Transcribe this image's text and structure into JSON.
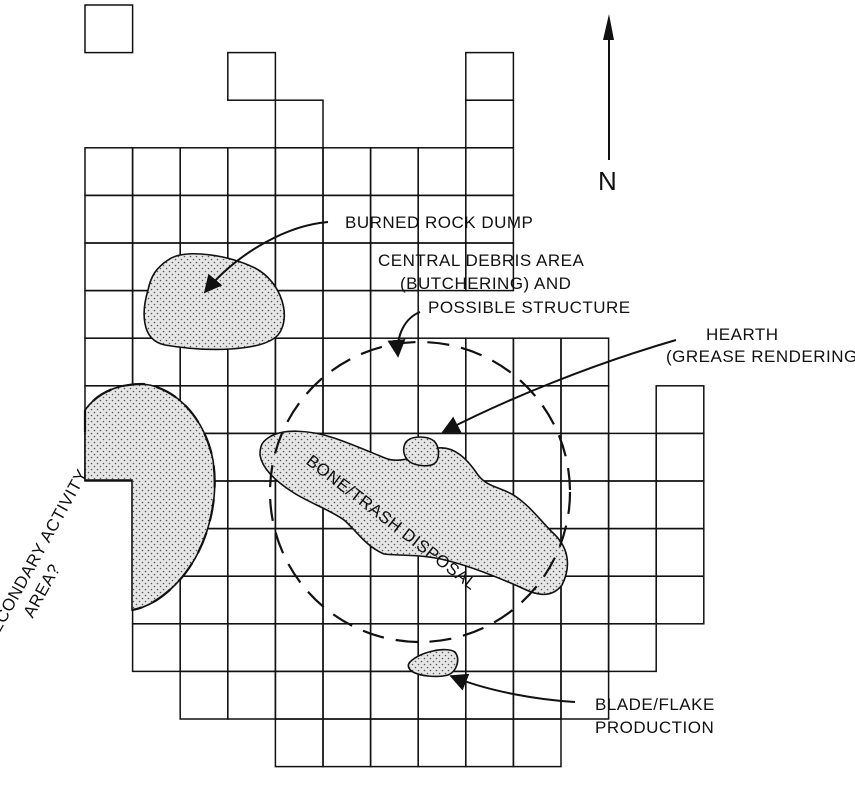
{
  "north": {
    "letter": "N"
  },
  "labels": {
    "burned_rock_dump": "BURNED ROCK DUMP",
    "central_debris": [
      "CENTRAL DEBRIS AREA",
      "(BUTCHERING) AND",
      "POSSIBLE STRUCTURE"
    ],
    "hearth": [
      "HEARTH",
      "(GREASE RENDERING)"
    ],
    "bone_trash": "BONE/TRASH DISPOSAL",
    "secondary": [
      "SECONDARY ACTIVITY",
      "AREA?"
    ],
    "blade_flake": [
      "BLADE/FLAKE",
      "PRODUCTION"
    ]
  },
  "icons": [
    "north-arrow-icon"
  ],
  "colors": {
    "line": "#111111",
    "fill": "#e6e6e6",
    "dots": "#555555"
  }
}
